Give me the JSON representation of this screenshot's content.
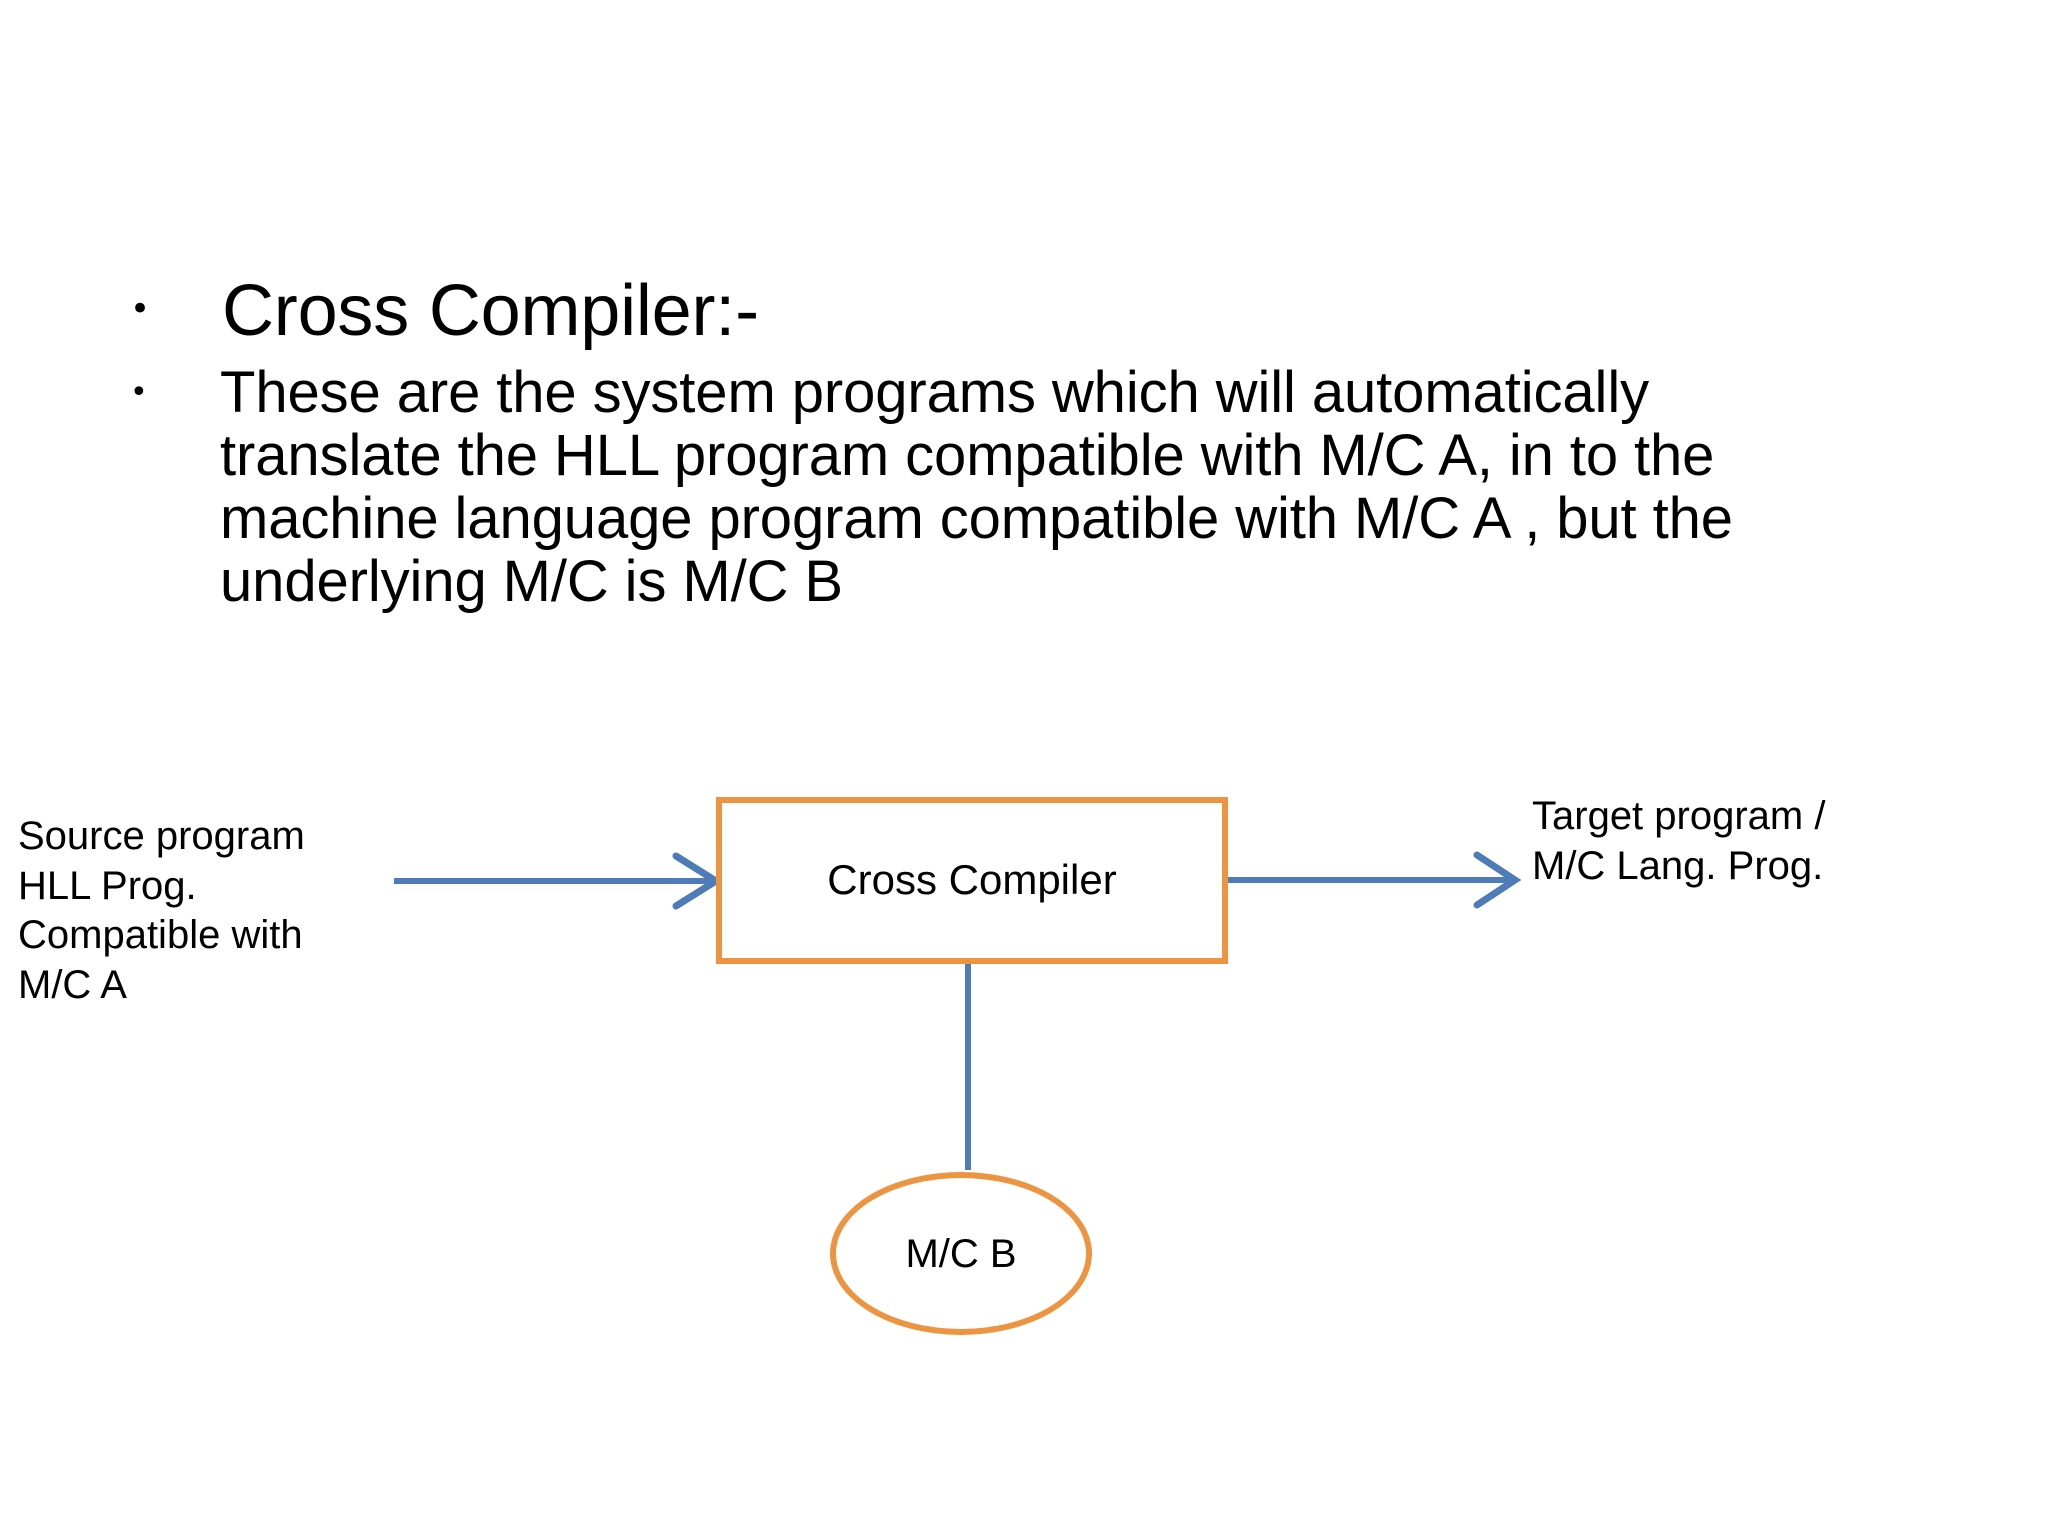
{
  "slide": {
    "background_color": "#FFFFFF",
    "title": {
      "bullet_glyph": "•",
      "text": "Cross Compiler:-"
    },
    "paragraph": {
      "bullet_glyph": "•",
      "text": "These are the system programs which will automatically\ntranslate the HLL program compatible with M/C A, in to the\nmachine language program compatible with M/C A , but the\nunderlying M/C is M/C B"
    }
  },
  "diagram": {
    "type": "flow-diagram",
    "colors": {
      "shape_outline_orange": "#ED9440",
      "connector_blue": "#4E7CB8",
      "text_black": "#000000",
      "shape_fill": "#FFFFFF"
    },
    "input_label": {
      "name": "source-program-label",
      "text": "Source program\nHLL Prog.\nCompatible with\nM/C A"
    },
    "process_box": {
      "name": "cross-compiler-box",
      "text": "Cross Compiler"
    },
    "output_label": {
      "name": "target-program-label",
      "text": "Target  program /\nM/C  Lang. Prog."
    },
    "machine_node": {
      "name": "machine-b-ellipse",
      "text": "M/C B"
    },
    "connectors": [
      {
        "name": "input-arrow",
        "from": "source-program-label",
        "to": "cross-compiler-box",
        "direction": "right",
        "arrowhead": true
      },
      {
        "name": "output-arrow",
        "from": "cross-compiler-box",
        "to": "target-program-label",
        "direction": "right",
        "arrowhead": true
      },
      {
        "name": "machine-link",
        "from": "cross-compiler-box",
        "to": "machine-b-ellipse",
        "direction": "down",
        "arrowhead": false
      }
    ]
  }
}
